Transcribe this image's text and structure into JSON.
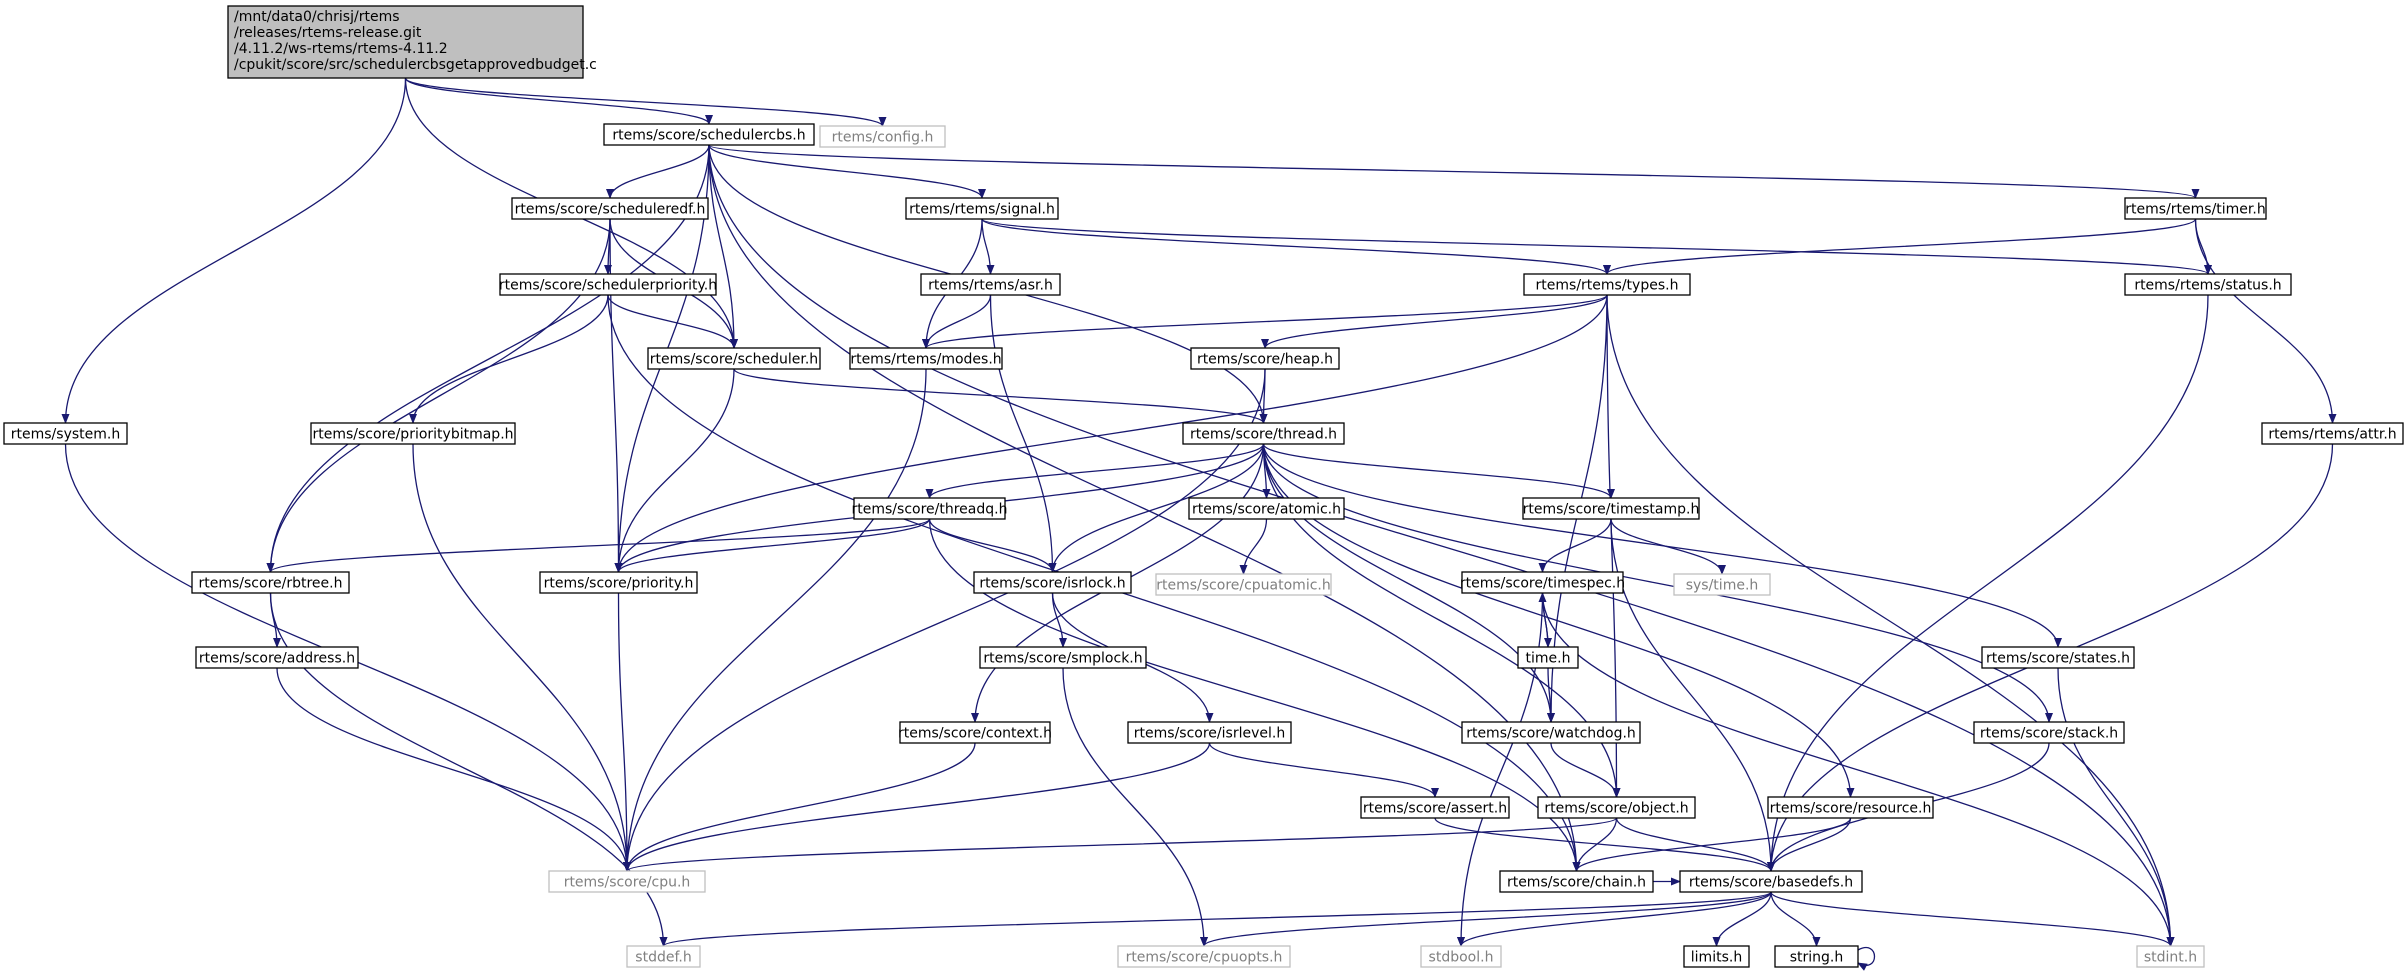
{
  "diagram": {
    "root": {
      "id": "root",
      "lines": [
        "/mnt/data0/chrisj/rtems",
        "/releases/rtems-release.git",
        "/4.11.2/ws-rtems/rtems-4.11.2",
        "/cpukit/score/src/schedulercbsgetapprovedbudget.c"
      ]
    },
    "nodes": [
      {
        "id": "schedulercbs",
        "label": "rtems/score/schedulercbs.h"
      },
      {
        "id": "config",
        "label": "rtems/config.h"
      },
      {
        "id": "system",
        "label": "rtems/system.h"
      },
      {
        "id": "scheduleredf",
        "label": "rtems/score/scheduleredf.h"
      },
      {
        "id": "signal",
        "label": "rtems/rtems/signal.h"
      },
      {
        "id": "timer",
        "label": "rtems/rtems/timer.h"
      },
      {
        "id": "schedulerpriority",
        "label": "rtems/score/schedulerpriority.h"
      },
      {
        "id": "asr",
        "label": "rtems/rtems/asr.h"
      },
      {
        "id": "types",
        "label": "rtems/rtems/types.h"
      },
      {
        "id": "status",
        "label": "rtems/rtems/status.h"
      },
      {
        "id": "scheduler",
        "label": "rtems/score/scheduler.h"
      },
      {
        "id": "modes",
        "label": "rtems/rtems/modes.h"
      },
      {
        "id": "heap",
        "label": "rtems/score/heap.h"
      },
      {
        "id": "prioritybitmap",
        "label": "rtems/score/prioritybitmap.h"
      },
      {
        "id": "thread",
        "label": "rtems/score/thread.h"
      },
      {
        "id": "attr",
        "label": "rtems/rtems/attr.h"
      },
      {
        "id": "threadq",
        "label": "rtems/score/threadq.h"
      },
      {
        "id": "atomic",
        "label": "rtems/score/atomic.h"
      },
      {
        "id": "timestamp",
        "label": "rtems/score/timestamp.h"
      },
      {
        "id": "rbtree",
        "label": "rtems/score/rbtree.h"
      },
      {
        "id": "priority",
        "label": "rtems/score/priority.h"
      },
      {
        "id": "isrlock",
        "label": "rtems/score/isrlock.h"
      },
      {
        "id": "cpuatomic",
        "label": "rtems/score/cpuatomic.h"
      },
      {
        "id": "timespec",
        "label": "rtems/score/timespec.h"
      },
      {
        "id": "systime",
        "label": "sys/time.h"
      },
      {
        "id": "address",
        "label": "rtems/score/address.h"
      },
      {
        "id": "smplock",
        "label": "rtems/score/smplock.h"
      },
      {
        "id": "timeh",
        "label": "time.h"
      },
      {
        "id": "states",
        "label": "rtems/score/states.h"
      },
      {
        "id": "context",
        "label": "rtems/score/context.h"
      },
      {
        "id": "isrlevel",
        "label": "rtems/score/isrlevel.h"
      },
      {
        "id": "watchdog",
        "label": "rtems/score/watchdog.h"
      },
      {
        "id": "stack",
        "label": "rtems/score/stack.h"
      },
      {
        "id": "assert",
        "label": "rtems/score/assert.h"
      },
      {
        "id": "object",
        "label": "rtems/score/object.h"
      },
      {
        "id": "resource",
        "label": "rtems/score/resource.h"
      },
      {
        "id": "cpu",
        "label": "rtems/score/cpu.h"
      },
      {
        "id": "chain",
        "label": "rtems/score/chain.h"
      },
      {
        "id": "basedefs",
        "label": "rtems/score/basedefs.h"
      },
      {
        "id": "stddef",
        "label": "stddef.h"
      },
      {
        "id": "cpuopts",
        "label": "rtems/score/cpuopts.h"
      },
      {
        "id": "stdbool",
        "label": "stdbool.h"
      },
      {
        "id": "limits",
        "label": "limits.h"
      },
      {
        "id": "string",
        "label": "string.h"
      },
      {
        "id": "stdint",
        "label": "stdint.h"
      }
    ],
    "edges": [
      [
        "root",
        "schedulercbs"
      ],
      [
        "root",
        "config"
      ],
      [
        "root",
        "system"
      ],
      [
        "root",
        "scheduler"
      ],
      [
        "schedulercbs",
        "scheduleredf"
      ],
      [
        "schedulercbs",
        "signal"
      ],
      [
        "schedulercbs",
        "timer"
      ],
      [
        "schedulercbs",
        "scheduler"
      ],
      [
        "schedulercbs",
        "thread"
      ],
      [
        "schedulercbs",
        "rbtree"
      ],
      [
        "schedulercbs",
        "priority"
      ],
      [
        "schedulercbs",
        "chain"
      ],
      [
        "schedulercbs",
        "stdint"
      ],
      [
        "scheduleredf",
        "schedulerpriority"
      ],
      [
        "scheduleredf",
        "scheduler"
      ],
      [
        "scheduleredf",
        "rbtree"
      ],
      [
        "scheduleredf",
        "priority"
      ],
      [
        "schedulerpriority",
        "scheduler"
      ],
      [
        "schedulerpriority",
        "prioritybitmap"
      ],
      [
        "schedulerpriority",
        "chain"
      ],
      [
        "signal",
        "asr"
      ],
      [
        "signal",
        "modes"
      ],
      [
        "signal",
        "types"
      ],
      [
        "signal",
        "status"
      ],
      [
        "asr",
        "modes"
      ],
      [
        "asr",
        "isrlock"
      ],
      [
        "timer",
        "types"
      ],
      [
        "timer",
        "status"
      ],
      [
        "timer",
        "attr"
      ],
      [
        "types",
        "modes"
      ],
      [
        "types",
        "heap"
      ],
      [
        "types",
        "priority"
      ],
      [
        "types",
        "object"
      ],
      [
        "types",
        "watchdog"
      ],
      [
        "types",
        "stdint"
      ],
      [
        "status",
        "basedefs"
      ],
      [
        "attr",
        "basedefs"
      ],
      [
        "scheduler",
        "thread"
      ],
      [
        "scheduler",
        "priority"
      ],
      [
        "modes",
        "cpu"
      ],
      [
        "heap",
        "thread"
      ],
      [
        "heap",
        "cpu"
      ],
      [
        "prioritybitmap",
        "cpu"
      ],
      [
        "thread",
        "threadq"
      ],
      [
        "thread",
        "atomic"
      ],
      [
        "thread",
        "timestamp"
      ],
      [
        "thread",
        "priority"
      ],
      [
        "thread",
        "isrlock"
      ],
      [
        "thread",
        "context"
      ],
      [
        "thread",
        "object"
      ],
      [
        "thread",
        "watchdog"
      ],
      [
        "thread",
        "resource"
      ],
      [
        "thread",
        "states"
      ],
      [
        "thread",
        "stack"
      ],
      [
        "threadq",
        "rbtree"
      ],
      [
        "threadq",
        "priority"
      ],
      [
        "threadq",
        "isrlock"
      ],
      [
        "threadq",
        "chain"
      ],
      [
        "atomic",
        "cpuatomic"
      ],
      [
        "timestamp",
        "timespec"
      ],
      [
        "timestamp",
        "systime"
      ],
      [
        "timestamp",
        "basedefs"
      ],
      [
        "timespec",
        "timeh"
      ],
      [
        "timespec",
        "stdbool"
      ],
      [
        "timespec",
        "stdint"
      ],
      [
        "timeh",
        "timespec"
      ],
      [
        "timeh",
        "watchdog"
      ],
      [
        "rbtree",
        "address"
      ],
      [
        "rbtree",
        "stddef"
      ],
      [
        "address",
        "cpu"
      ],
      [
        "priority",
        "cpu"
      ],
      [
        "isrlock",
        "smplock"
      ],
      [
        "isrlock",
        "isrlevel"
      ],
      [
        "smplock",
        "cpuopts"
      ],
      [
        "isrlevel",
        "cpu"
      ],
      [
        "isrlevel",
        "assert"
      ],
      [
        "context",
        "cpu"
      ],
      [
        "watchdog",
        "object"
      ],
      [
        "assert",
        "basedefs"
      ],
      [
        "object",
        "cpu"
      ],
      [
        "object",
        "chain"
      ],
      [
        "object",
        "basedefs"
      ],
      [
        "resource",
        "chain"
      ],
      [
        "resource",
        "basedefs"
      ],
      [
        "states",
        "stdint"
      ],
      [
        "stack",
        "basedefs"
      ],
      [
        "system",
        "cpu"
      ],
      [
        "chain",
        "basedefs"
      ],
      [
        "basedefs",
        "stddef"
      ],
      [
        "basedefs",
        "cpuopts"
      ],
      [
        "basedefs",
        "stdbool"
      ],
      [
        "basedefs",
        "limits"
      ],
      [
        "basedefs",
        "string"
      ],
      [
        "basedefs",
        "stdint"
      ],
      [
        "string",
        "string"
      ]
    ]
  }
}
